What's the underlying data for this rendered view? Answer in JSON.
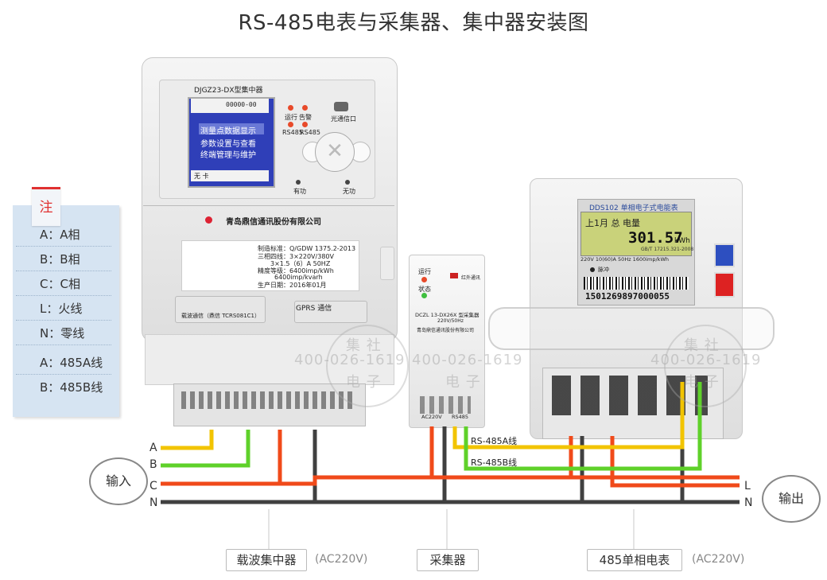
{
  "title": "RS-485电表与采集器、集中器安装图",
  "note": {
    "heading": "注",
    "items": [
      "A：A相",
      "B：B相",
      "C：C相",
      "L：火线",
      "N：零线",
      "A：485A线",
      "B：485B线"
    ]
  },
  "concentrator": {
    "model": "DJGZ23-DX型集中器",
    "clock": "00000-00",
    "menu": [
      "测量点数据显示",
      "参数设置与查看",
      "终端管理与维护"
    ],
    "softkey": "无  卡",
    "indicators": [
      "运行",
      "告警",
      "RS485",
      "RS485"
    ],
    "ir_label": "光通信口",
    "btn_left": "有功",
    "btn_right": "无功",
    "company": "青岛鼎信通讯股份有限公司",
    "specs": [
      "制造标准：Q/GDW   1375.2-2013",
      "三相四线：3×220V/380V",
      "3×1.5（6）A   50HZ",
      "精度等级：6400imp/kWh",
      "6400imp/kvarh",
      "生产日期：2016年01月"
    ],
    "module_label": "载波通信（鼎信 TCRS081C1）",
    "gprs_label": "GPRS 通信"
  },
  "collector": {
    "run": "运行",
    "status": "状态",
    "ir": "红外通讯",
    "model": "DCZL 13-DX26X 型采集器",
    "rating": "220V/50Hz",
    "maker": "青岛鼎信通讯股份有限公司",
    "port_ac": "AC220V",
    "port_485": "RS485"
  },
  "meter": {
    "model": "DDS102 单相电子式电能表",
    "line1": "上1月  总   电量",
    "reading": "301.57",
    "unit": "kWh",
    "rating": "220V 10(60)A 50Hz 1600imp/kWh",
    "std": "GB/T 17215.321-2008",
    "barcode": "1501269897000055",
    "pulse": "脉冲"
  },
  "watermark": {
    "line1": "集 社",
    "phone": "400-026-1619",
    "line3": "电 子"
  },
  "wires": {
    "left": [
      "A",
      "B",
      "C",
      "N"
    ],
    "right": [
      "L",
      "N"
    ],
    "rs485a": "RS-485A线",
    "rs485b": "RS-485B线"
  },
  "labels": {
    "input": "输入",
    "output": "输出",
    "concentrator": "载波集中器",
    "concentrator_ac": "(AC220V)",
    "collector": "采集器",
    "meter": "485单相电表",
    "meter_ac": "(AC220V)"
  },
  "colors": {
    "phase_a": "#f2c400",
    "phase_b": "#5fd12a",
    "phase_c": "#f04a1a",
    "neutral": "#404040",
    "note_accent": "#e03030",
    "lcd_blue": "#2f3fb8",
    "meter_lcd": "#c9d27a"
  }
}
